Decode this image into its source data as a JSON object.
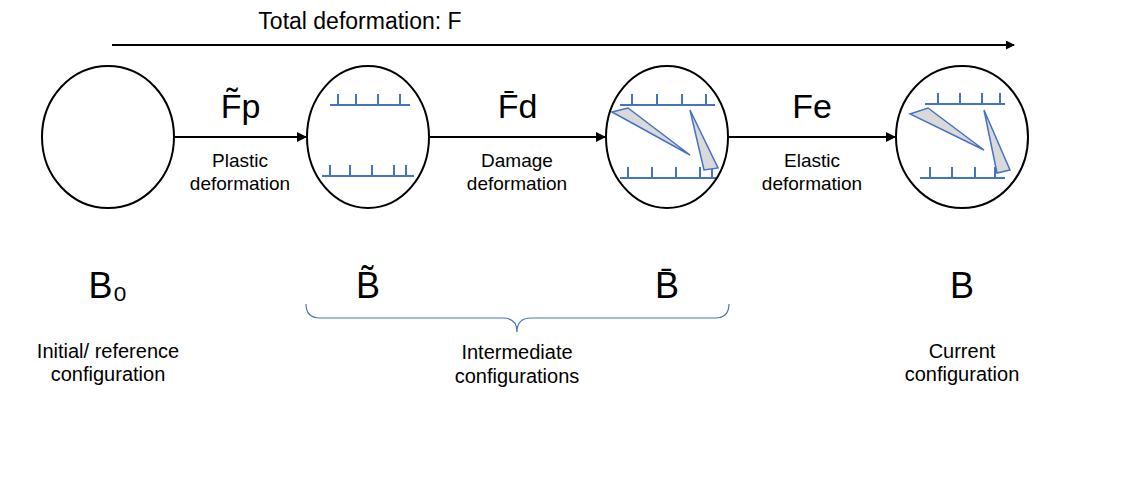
{
  "diagram": {
    "nodes": [
      {
        "text": [
          "B₀",
          "Initial/ reference configuration"
        ]
      },
      {
        "text": [
          "B̃"
        ]
      },
      {
        "text": [
          "B̄"
        ]
      },
      {
        "text": [
          "B",
          "Current configuration"
        ]
      }
    ],
    "edges": [
      {
        "from": 0,
        "to": 1,
        "arrow": "to",
        "label": "F̃p"
      },
      {
        "from": 1,
        "to": 2,
        "arrow": "to",
        "label": "F̄d"
      },
      {
        "from": 2,
        "to": 3,
        "arrow": "to",
        "label": "Fe"
      }
    ],
    "labels": [
      "Total deformation: F",
      "Plastic deformation",
      "Damage deformation",
      "Elastic deformation",
      "Intermediate configurations"
    ]
  }
}
